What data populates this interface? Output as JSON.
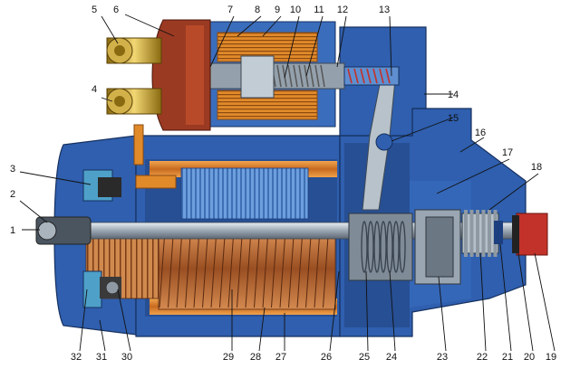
{
  "figure": {
    "callouts": [
      {
        "id": "c1",
        "label": "1"
      },
      {
        "id": "c2",
        "label": "2"
      },
      {
        "id": "c3",
        "label": "3"
      },
      {
        "id": "c4",
        "label": "4"
      },
      {
        "id": "c5",
        "label": "5"
      },
      {
        "id": "c6",
        "label": "6"
      },
      {
        "id": "c7",
        "label": "7"
      },
      {
        "id": "c8",
        "label": "8"
      },
      {
        "id": "c9",
        "label": "9"
      },
      {
        "id": "c10",
        "label": "10"
      },
      {
        "id": "c11",
        "label": "11"
      },
      {
        "id": "c12",
        "label": "12"
      },
      {
        "id": "c13",
        "label": "13"
      },
      {
        "id": "c14",
        "label": "14"
      },
      {
        "id": "c15",
        "label": "15"
      },
      {
        "id": "c16",
        "label": "16"
      },
      {
        "id": "c17",
        "label": "17"
      },
      {
        "id": "c18",
        "label": "18"
      },
      {
        "id": "c19",
        "label": "19"
      },
      {
        "id": "c20",
        "label": "20"
      },
      {
        "id": "c21",
        "label": "21"
      },
      {
        "id": "c22",
        "label": "22"
      },
      {
        "id": "c23",
        "label": "23"
      },
      {
        "id": "c24",
        "label": "24"
      },
      {
        "id": "c25",
        "label": "25"
      },
      {
        "id": "c26",
        "label": "26"
      },
      {
        "id": "c27",
        "label": "27"
      },
      {
        "id": "c28",
        "label": "28"
      },
      {
        "id": "c29",
        "label": "29"
      },
      {
        "id": "c30",
        "label": "30"
      },
      {
        "id": "c31",
        "label": "31"
      },
      {
        "id": "c32",
        "label": "32"
      }
    ],
    "colors": {
      "housing_blue": "#2f5fae",
      "housing_dark": "#1d3f80",
      "winding_orange": "#e08a2a",
      "armature_copper": "#c2703a",
      "stator_blue": "#5f8fd0",
      "shaft_grey": "#b9c3cc",
      "terminal_brass": "#d9b74a",
      "solenoid_copper": "#d67a32",
      "red_part": "#c2322a"
    }
  }
}
